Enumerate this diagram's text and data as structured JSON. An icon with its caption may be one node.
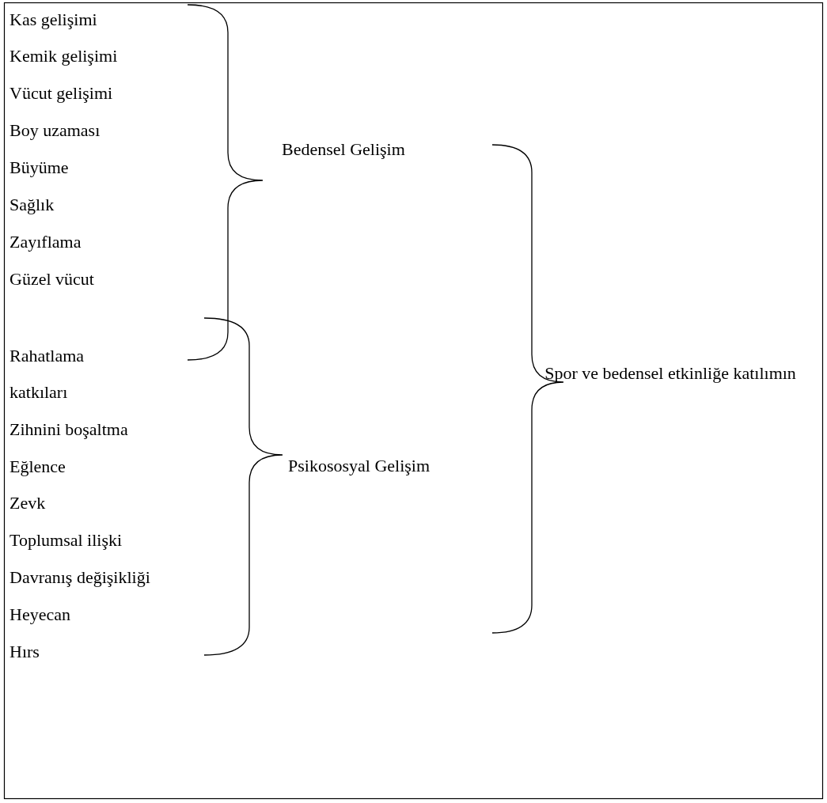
{
  "diagram": {
    "labels": [
      "Kas gelişimi",
      "Kemik gelişimi",
      "Vücut gelişimi",
      "Boy uzaması",
      "Büyüme",
      "Sağlık",
      "Zayıflama",
      "Güzel vücut",
      "Rahatlama",
      "katkıları",
      "Zihnini boşaltma",
      "Eğlence",
      "Zevk",
      "Toplumsal ilişki",
      "Davranış değişikliği",
      "Heyecan",
      "Hırs",
      "Bedensel Gelişim",
      "Psikososyal Gelişim",
      "Spor ve bedensel etkinliğe katılımın"
    ]
  }
}
